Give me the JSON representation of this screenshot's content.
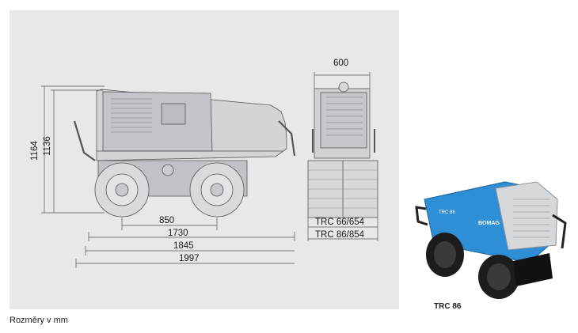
{
  "drawing": {
    "dim_height_total": "1164",
    "dim_height_body": "1136",
    "dim_width": "600",
    "dim_wheelbase": "850",
    "dim_length_1": "1730",
    "dim_length_2": "1845",
    "dim_length_3": "1997",
    "model_row_1": "TRC 66/654",
    "model_row_2": "TRC 86/854"
  },
  "caption": "Rozměry v mm",
  "photo": {
    "label": "TRC 86",
    "side_mark": "TRC 86",
    "brand": "BOMAG"
  },
  "colors": {
    "panel_bg": "#e7e8ea",
    "machine_blue": "#2f8fd6",
    "line": "#5c5c5c"
  }
}
